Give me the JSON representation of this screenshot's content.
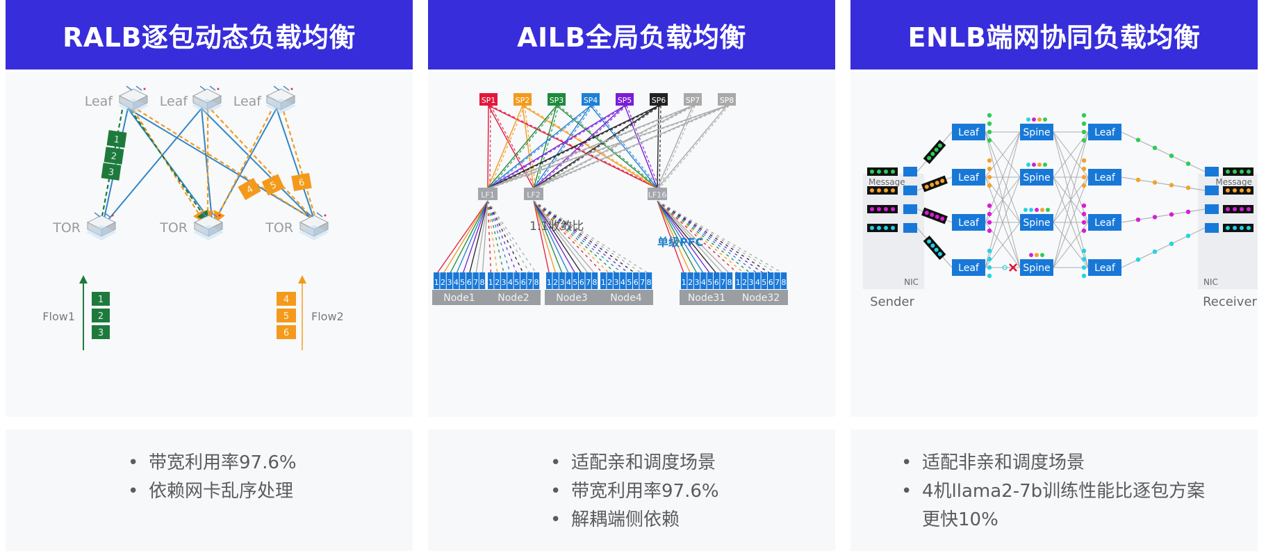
{
  "panels": [
    {
      "title": "RALB逐包动态负载均衡",
      "diagram": {
        "leaf_label": "Leaf",
        "tor_label": "TOR",
        "flow1_label": "Flow1",
        "flow2_label": "Flow2",
        "flow1_packets": [
          "1",
          "2",
          "3"
        ],
        "flow2_packets": [
          "4",
          "5",
          "6"
        ],
        "flow1_color": "#1e7a3c",
        "flow2_color": "#f39a1c",
        "link_color": "#2f86c9"
      },
      "bullets": [
        "带宽利用率97.6%",
        "依赖网卡乱序处理"
      ]
    },
    {
      "title": "AILB全局负载均衡",
      "diagram": {
        "spines": [
          {
            "label": "SP1",
            "color": "#e3173a"
          },
          {
            "label": "SP2",
            "color": "#f39a1c"
          },
          {
            "label": "SP3",
            "color": "#1e8a3c"
          },
          {
            "label": "SP4",
            "color": "#1e7fd6"
          },
          {
            "label": "SP5",
            "color": "#7a1cd6"
          },
          {
            "label": "SP6",
            "color": "#222222"
          },
          {
            "label": "SP7",
            "color": "#a9a9a9"
          },
          {
            "label": "SP8",
            "color": "#a9a9a9"
          }
        ],
        "leaves": [
          "LF1",
          "LF2",
          "LF16"
        ],
        "convergence_label": "1:1收敛比",
        "pfc_label": "单级PFC",
        "nodes": [
          "Node1",
          "Node2",
          "Node3",
          "Node4",
          "Node31",
          "Node32"
        ],
        "ports": [
          "1",
          "2",
          "3",
          "4",
          "5",
          "6",
          "7",
          "8"
        ]
      },
      "bullets": [
        "适配亲和调度场景",
        "带宽利用率97.6%",
        "解耦端侧依赖"
      ]
    },
    {
      "title": "ENLB端网协同负载均衡",
      "diagram": {
        "leaf_label": "Leaf",
        "spine_label": "Spine",
        "message_label": "Message",
        "nic_label": "NIC",
        "sender_label": "Sender",
        "receiver_label": "Receiver",
        "message_colors": [
          "#2ecc55",
          "#f3a32a",
          "#d61ed6",
          "#22d3e6"
        ],
        "node_color": "#1878d8",
        "fail_marker_color": "#e0103a"
      },
      "bullets": [
        "适配非亲和调度场景",
        "4机llama2-7b训练性能比逐包方案",
        "更快10%"
      ]
    }
  ]
}
